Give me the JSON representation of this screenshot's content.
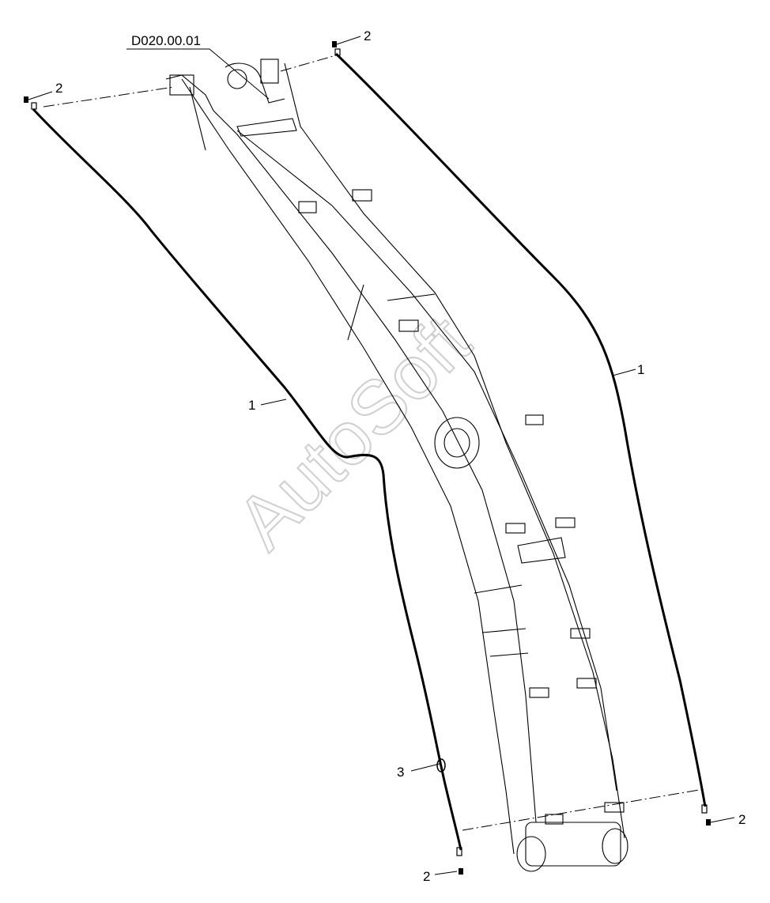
{
  "drawing": {
    "assembly_label": "D020.00.01",
    "watermark": "AutoSoft",
    "callouts": {
      "hose_left": "1",
      "hose_right": "1",
      "fitting_top_left": "2",
      "fitting_top_right": "2",
      "fitting_bottom_left": "2",
      "fitting_bottom_right": "2",
      "clamp": "3"
    }
  }
}
